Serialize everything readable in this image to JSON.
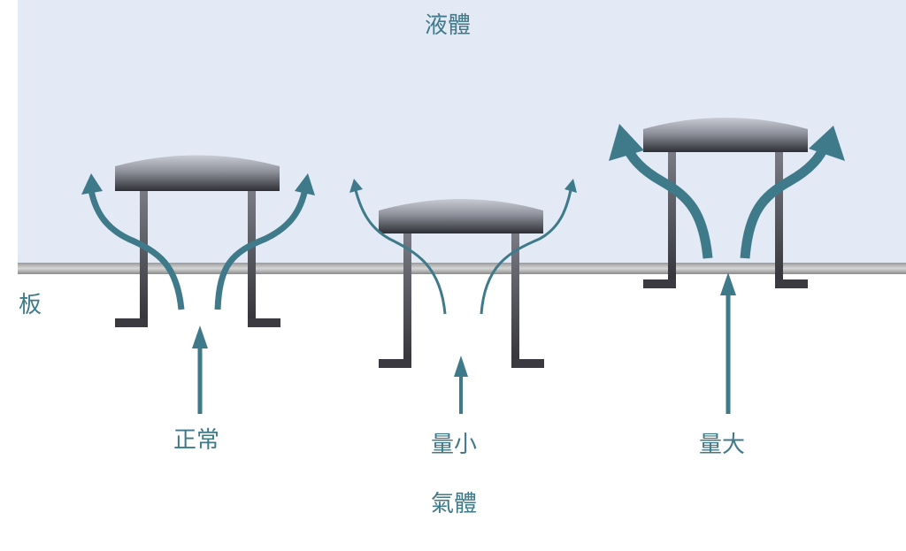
{
  "labels": {
    "liquid": "液體",
    "gas": "氣體",
    "plate": "板",
    "normal": "正常",
    "small": "量小",
    "large": "量大"
  },
  "colors": {
    "liquid_bg": "#e3e9f5",
    "plate": "#8c8c8c",
    "cap_light": "#c0c3cc",
    "cap_dark": "#2f2f36",
    "leg": "#4a4a52",
    "arrow": "#3f7a8a",
    "text": "#3f7a8a"
  }
}
